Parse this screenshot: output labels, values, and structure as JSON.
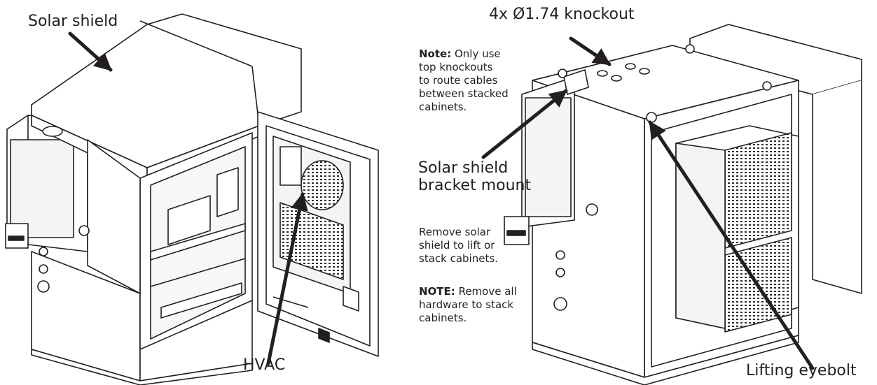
{
  "labels": {
    "solar_shield": "Solar shield",
    "hvac": "HVAC",
    "knockout": "4x Ø1.74 knockout",
    "bracket_mount_line1": "Solar shield",
    "bracket_mount_line2": "bracket mount",
    "lifting_eyebolt": "Lifting eyebolt"
  },
  "notes": {
    "top_note_prefix": "Note:",
    "top_note_lines": [
      "Only use",
      "top knockouts",
      "to route cables",
      "between stacked",
      "cabinets."
    ],
    "remove_lines": [
      "Remove solar",
      "shield to lift or",
      "stack cabinets."
    ],
    "hardware_prefix": "NOTE:",
    "hardware_lines": [
      "Remove all",
      "hardware to stack",
      "cabinets."
    ]
  },
  "colors": {
    "line": "#231f20",
    "fill": "#ffffff",
    "panel": "#f4f4f4",
    "grille": "#2b2b2b"
  }
}
